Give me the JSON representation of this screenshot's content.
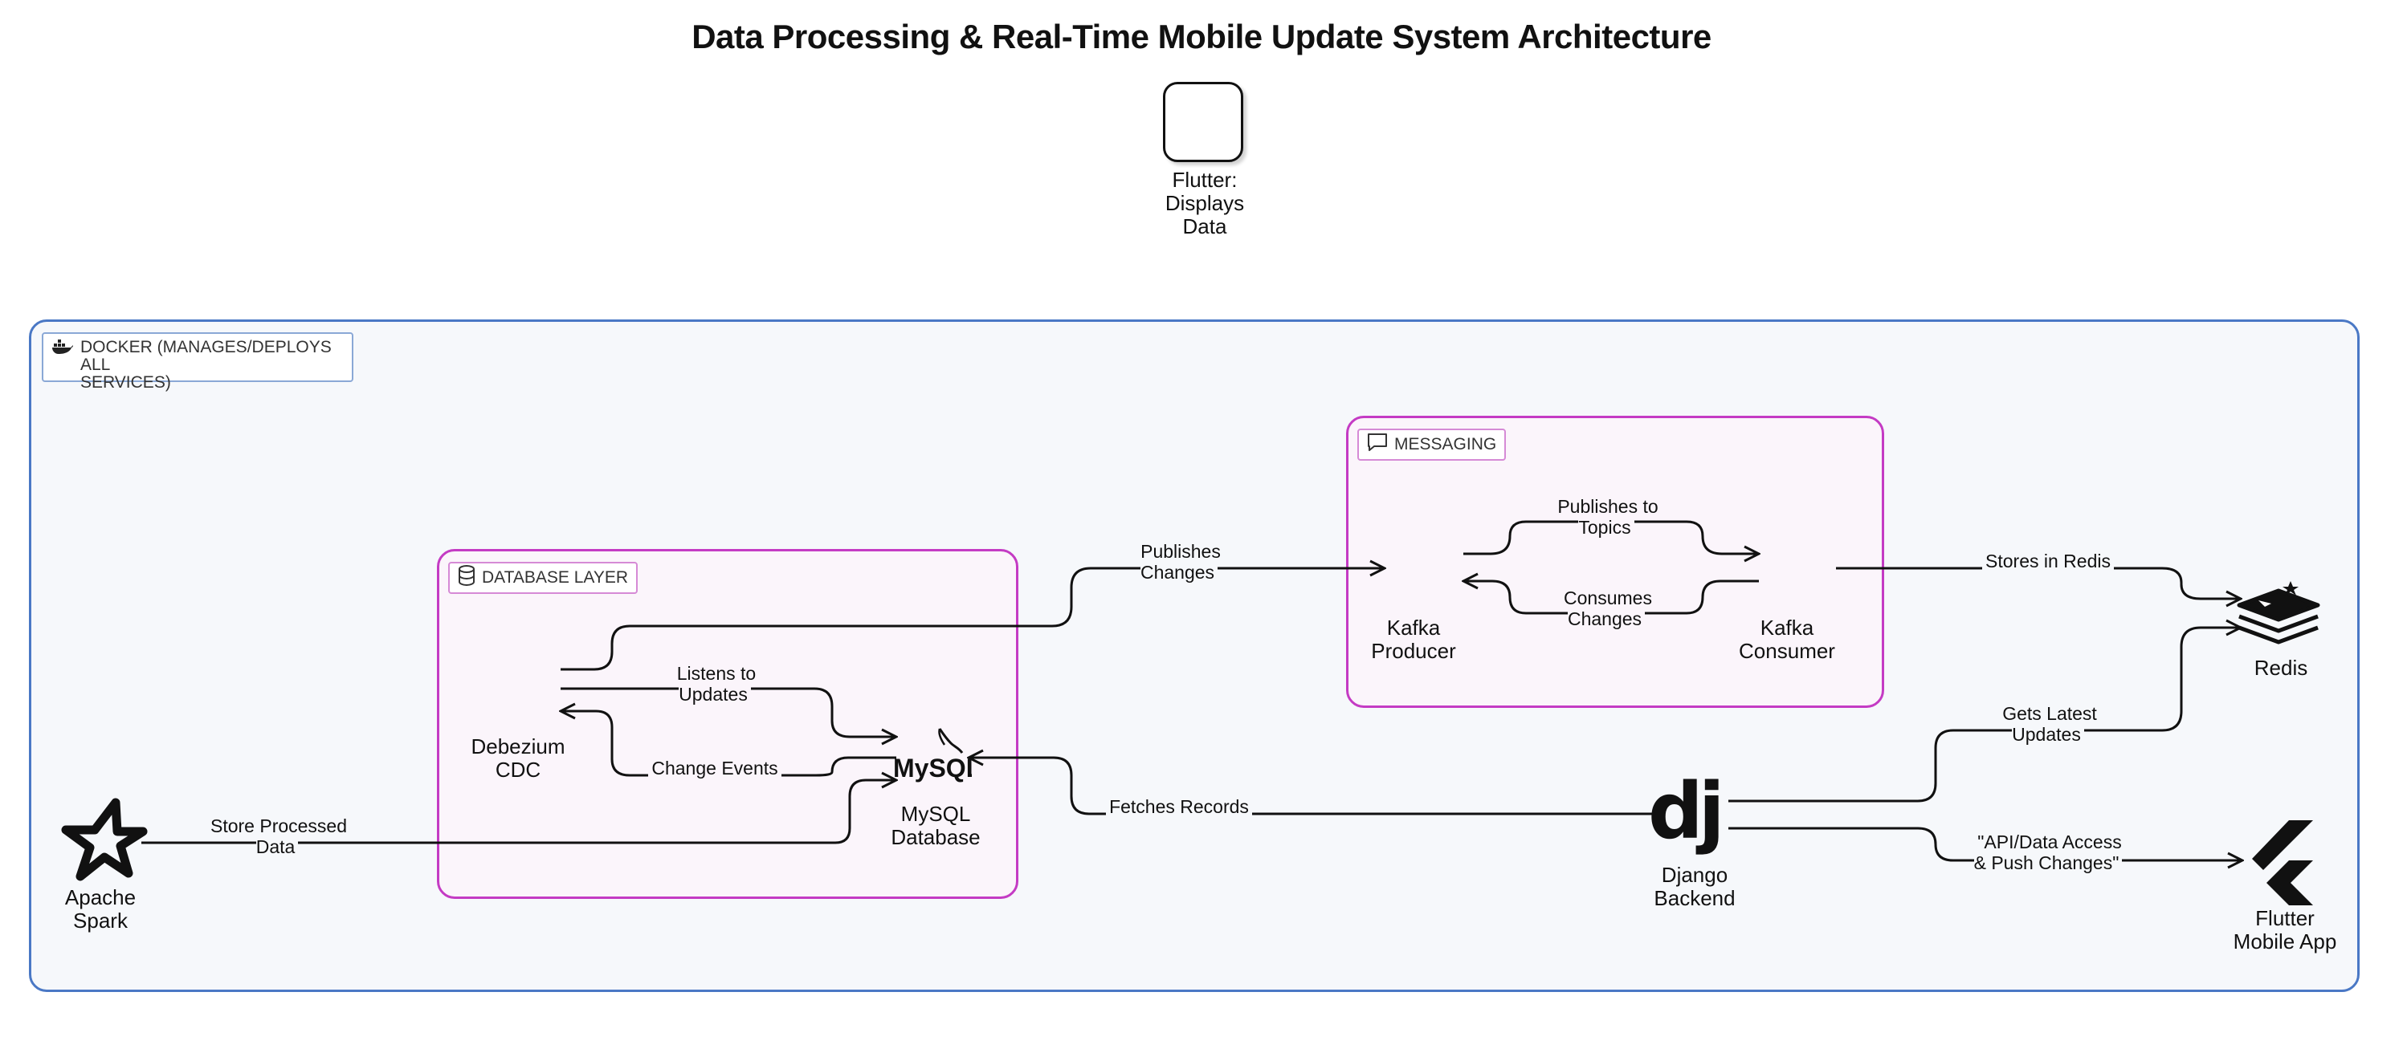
{
  "title": "Data Processing & Real-Time Mobile Update System Architecture",
  "floating_node": {
    "label": "Flutter:\nDisplays\nData"
  },
  "groups": {
    "docker": {
      "label": "DOCKER (MANAGES/DEPLOYS ALL\nSERVICES)",
      "icon": "docker-icon"
    },
    "database": {
      "label": "DATABASE LAYER",
      "icon": "database-icon"
    },
    "messaging": {
      "label": "MESSAGING",
      "icon": "chat-icon"
    }
  },
  "nodes": {
    "spark": {
      "label": "Apache\nSpark",
      "icon": "spark-star-icon"
    },
    "debezium": {
      "label": "Debezium\nCDC"
    },
    "mysql": {
      "label": "MySQL\nDatabase",
      "icon": "mysql-icon",
      "logo_text": "MySQL"
    },
    "kafka_producer": {
      "label": "Kafka\nProducer"
    },
    "kafka_consumer": {
      "label": "Kafka\nConsumer"
    },
    "redis": {
      "label": "Redis",
      "icon": "redis-icon"
    },
    "django": {
      "label": "Django\nBackend",
      "icon": "django-icon",
      "logo_text": "dj"
    },
    "flutter_app": {
      "label": "Flutter\nMobile App",
      "icon": "flutter-icon"
    }
  },
  "edges": {
    "store_processed": "Store Processed\nData",
    "listens": "Listens to\nUpdates",
    "change_events": "Change Events",
    "publishes_changes": "Publishes\nChanges",
    "publishes_topics": "Publishes to\nTopics",
    "consumes_changes": "Consumes\nChanges",
    "stores_redis": "Stores in Redis",
    "fetches_records": "Fetches Records",
    "gets_latest": "Gets Latest\nUpdates",
    "api_access": "\"API/Data Access\n& Push Changes\""
  },
  "colors": {
    "docker_border": "#4a78c5",
    "group_border": "#c43bc4",
    "line": "#111111"
  }
}
